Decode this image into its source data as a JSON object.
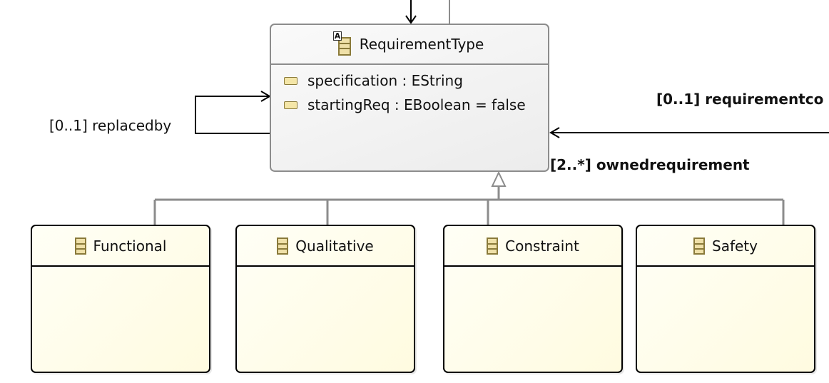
{
  "diagram": {
    "main_class": {
      "name": "RequirementType",
      "abstract_marker": "A",
      "attributes": [
        {
          "text": "specification : EString"
        },
        {
          "text": "startingReq : EBoolean = false"
        }
      ]
    },
    "subclasses": [
      {
        "name": "Functional"
      },
      {
        "name": "Qualitative"
      },
      {
        "name": "Constraint"
      },
      {
        "name": "Safety"
      }
    ],
    "references": {
      "replacedby": "[0..1] replacedby",
      "requirement_container": "[0..1] requirementco",
      "owned_requirements": "[2..*] ownedrequirement"
    }
  }
}
